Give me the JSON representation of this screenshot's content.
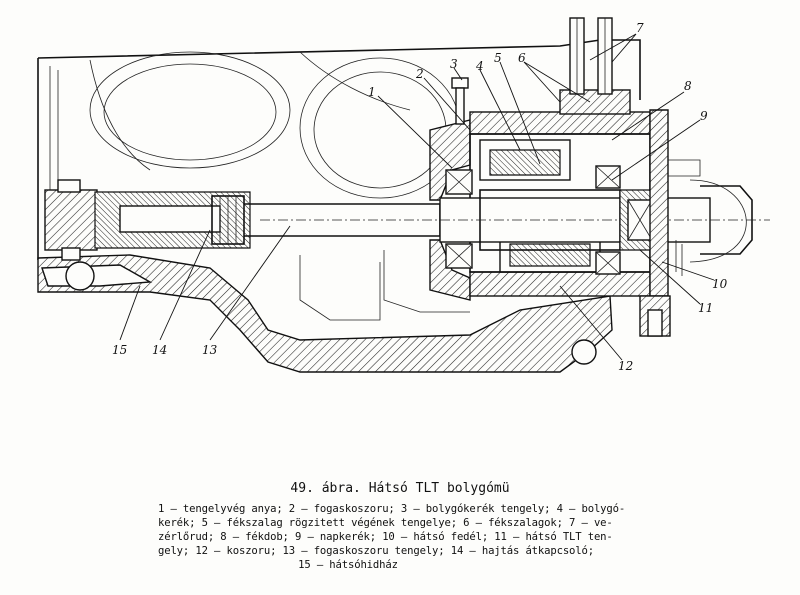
{
  "caption": {
    "title": "49. ábra. Hátsó TLT bolygómü",
    "legend_lines": [
      "1 – tengelyvég anya; 2 – fogaskoszoru; 3 – bolygókerék tengely; 4 – bolygó-",
      "kerék; 5 – fékszalag rögzitett végének tengelye; 6 – fékszalagok; 7 – ve-",
      "zérlőrud; 8 – fékdob; 9 – napkerék; 10 – hátsó fedél; 11 – hátsó TLT ten-",
      "gely; 12 – koszoru; 13 – fogaskoszoru tengely; 14 – hajtás átkapcsoló;",
      "15 – hátsóhidház"
    ]
  },
  "callouts": [
    "1",
    "2",
    "3",
    "4",
    "5",
    "6",
    "7",
    "8",
    "9",
    "10",
    "11",
    "12",
    "13",
    "14",
    "15"
  ]
}
